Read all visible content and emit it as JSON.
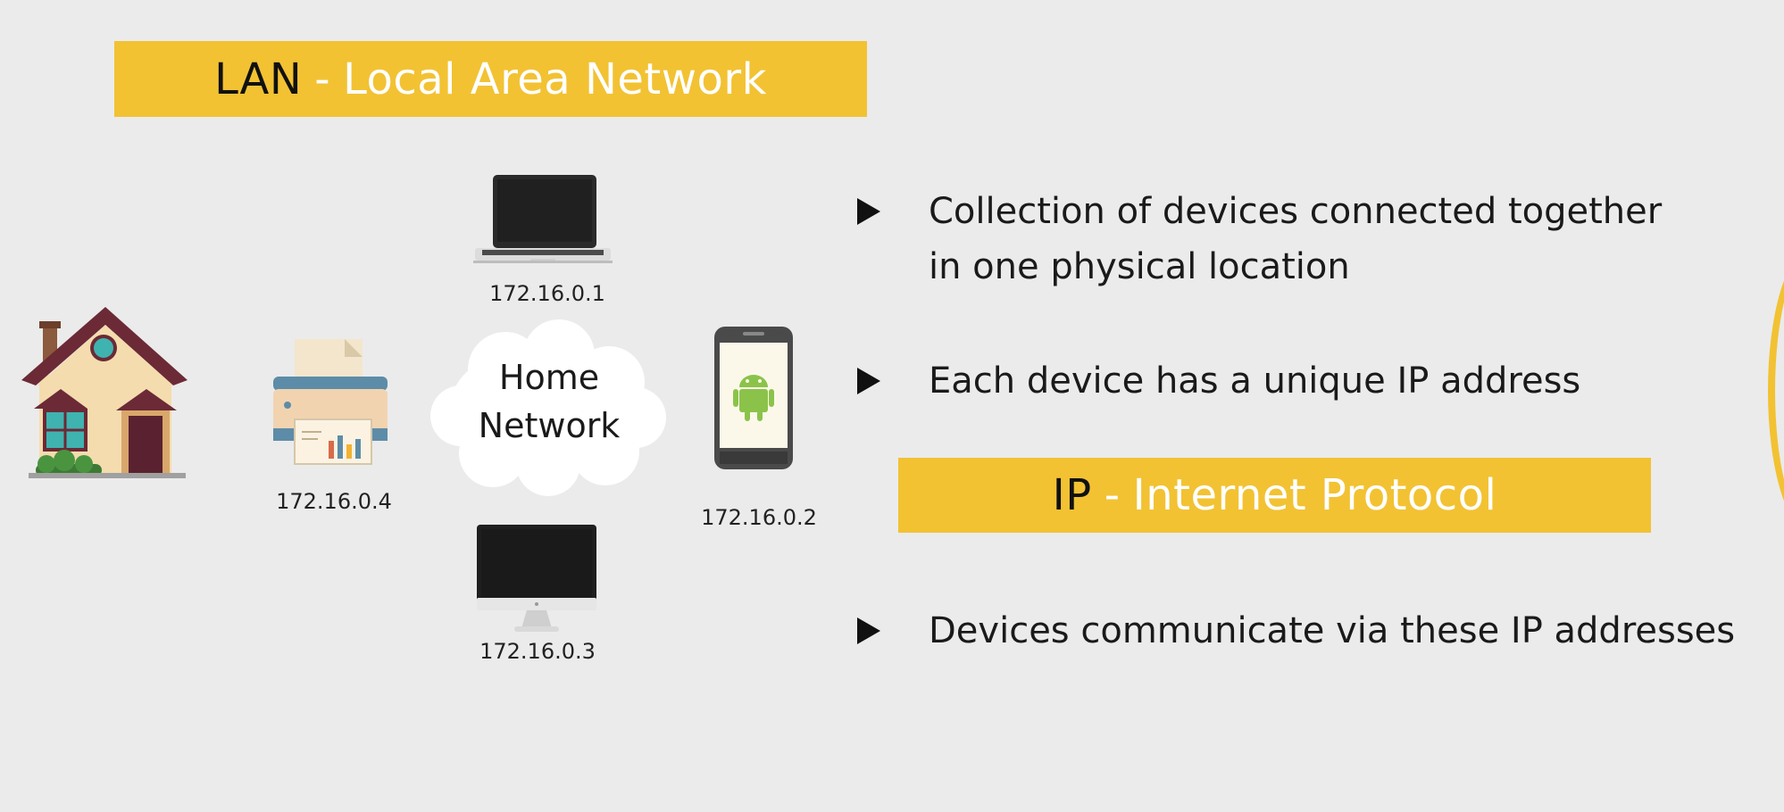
{
  "colors": {
    "background": "#ebebeb",
    "banner_yellow": "#f2c233",
    "banner_text_light": "#ffffff",
    "banner_text_dark": "#111111"
  },
  "lan_banner": {
    "abbr": "LAN",
    "separator": "-",
    "full": "Local Area Network"
  },
  "ip_banner": {
    "abbr": "IP",
    "separator": "-",
    "full": "Internet Protocol"
  },
  "network": {
    "cloud_label_line1": "Home",
    "cloud_label_line2": "Network",
    "devices": [
      {
        "icon": "laptop-icon",
        "ip": "172.16.0.1"
      },
      {
        "icon": "smartphone-icon",
        "ip": "172.16.0.2"
      },
      {
        "icon": "desktop-monitor-icon",
        "ip": "172.16.0.3"
      },
      {
        "icon": "printer-icon",
        "ip": "172.16.0.4"
      }
    ],
    "house_icon": "house-icon",
    "cloud_icon": "cloud-icon"
  },
  "bullets": [
    {
      "line1": "Collection of devices connected together",
      "line2": "in one physical location"
    },
    {
      "line1": "Each device has a unique IP address"
    },
    {
      "line1": "Devices communicate via these IP addresses"
    }
  ]
}
